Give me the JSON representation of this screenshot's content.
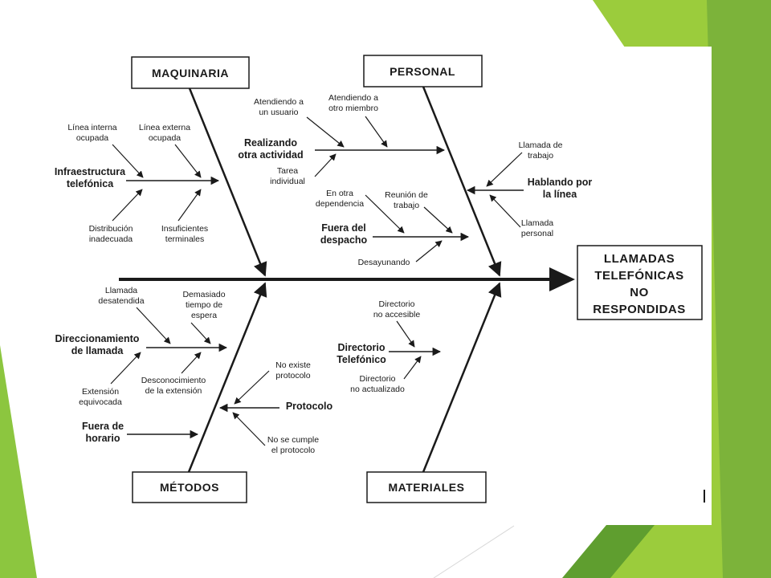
{
  "theme": {
    "bg_green_light": "#9bcc3c",
    "bg_green_mid": "#7cb33a",
    "bg_green_dark": "#4f8f2a",
    "ink": "#1a1a1a"
  },
  "effect": {
    "lines": [
      "LLAMADAS",
      "TELEFÓNICAS",
      "NO",
      "RESPONDIDAS"
    ]
  },
  "categories": {
    "maquinaria": "MAQUINARIA",
    "personal": "PERSONAL",
    "metodos": "MÉTODOS",
    "materiales": "MATERIALES"
  },
  "causes": {
    "maquinaria": {
      "main": [
        "Infraestructura",
        "telefónica"
      ],
      "sub": [
        [
          "Línea interna",
          "ocupada"
        ],
        [
          "Línea externa",
          "ocupada"
        ],
        [
          "Distribución",
          "inadecuada"
        ],
        [
          "Insuficientes",
          "terminales"
        ]
      ]
    },
    "personal": {
      "main1": [
        "Realizando",
        "otra actividad"
      ],
      "main1_sub": [
        [
          "Atendiendo a",
          "un usuario"
        ],
        [
          "Atendiendo a",
          "otro miembro"
        ],
        [
          "Tarea",
          "individual"
        ]
      ],
      "main2": [
        "Fuera del",
        "despacho"
      ],
      "main2_sub": [
        [
          "En otra",
          "dependencia"
        ],
        [
          "Reunión de",
          "trabajo"
        ],
        [
          "Desayunando"
        ]
      ],
      "main3": [
        "Hablando por",
        "la línea"
      ],
      "main3_sub": [
        [
          "Llamada de",
          "trabajo"
        ],
        [
          "Llamada",
          "personal"
        ]
      ]
    },
    "metodos": {
      "main1": [
        "Direccionamiento",
        "de llamada"
      ],
      "main1_sub": [
        [
          "Llamada",
          "desatendida"
        ],
        [
          "Demasiado",
          "tiempo de",
          "espera"
        ],
        [
          "Extensión",
          "equivocada"
        ],
        [
          "Desconocimiento",
          "de la extensión"
        ]
      ],
      "main2": [
        "Protocolo"
      ],
      "main2_sub": [
        [
          "No existe",
          "protocolo"
        ],
        [
          "No se cumple",
          "el protocolo"
        ]
      ],
      "main3": [
        "Fuera de",
        "horario"
      ]
    },
    "materiales": {
      "main": [
        "Directorio",
        "Telefónico"
      ],
      "sub": [
        [
          "Directorio",
          "no accesible"
        ],
        [
          "Directorio",
          "no actualizado"
        ]
      ]
    }
  }
}
